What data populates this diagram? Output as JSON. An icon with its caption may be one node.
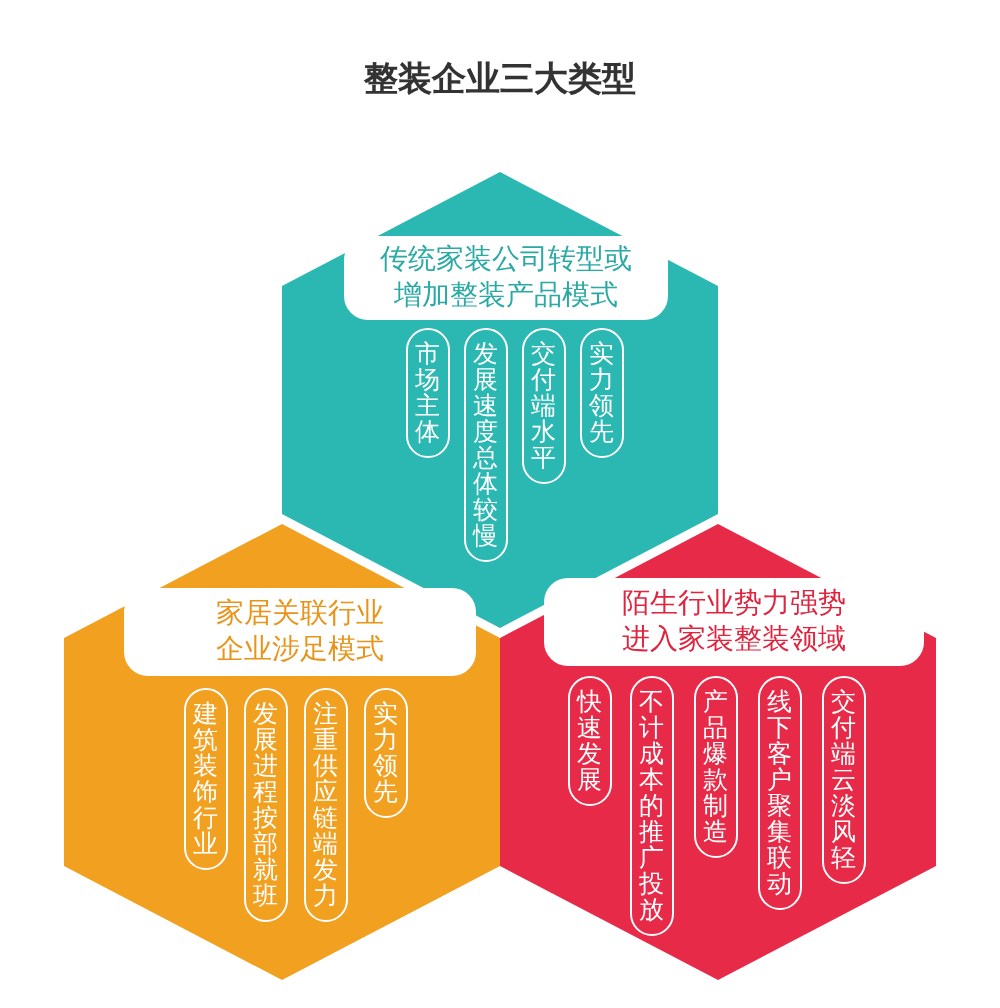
{
  "diagram": {
    "title": "整装企业三大类型",
    "nodes": [
      {
        "text": [],
        "shape": "hexagon"
      },
      {
        "text": [
          "传统家装公司转型或增加整装产品模式"
        ],
        "in": 0
      },
      {
        "text": [
          "市场主体"
        ],
        "in": 0
      },
      {
        "text": [
          "发展速度总体较慢"
        ],
        "in": 0
      },
      {
        "text": [
          "交付端水平"
        ],
        "in": 0
      },
      {
        "text": [
          "实力领先"
        ],
        "in": 0
      },
      {
        "text": [],
        "shape": "hexagon"
      },
      {
        "text": [
          "家居关联行业企业涉足模式"
        ],
        "in": 6
      },
      {
        "text": [
          "建筑装饰行业"
        ],
        "in": 6
      },
      {
        "text": [
          "发展进程按部就班"
        ],
        "in": 6
      },
      {
        "text": [
          "注重供应链端发力"
        ],
        "in": 6
      },
      {
        "text": [
          "实力领先"
        ],
        "in": 6
      },
      {
        "text": [],
        "shape": "hexagon"
      },
      {
        "text": [
          "陌生行业势力强势进入家装整装领域"
        ],
        "in": 12
      },
      {
        "text": [
          "快速发展"
        ],
        "in": 12
      },
      {
        "text": [
          "不计成本的推广投放"
        ],
        "in": 12
      },
      {
        "text": [
          "产品爆款制造"
        ],
        "in": 12
      },
      {
        "text": [
          "线下客户聚集联动"
        ],
        "in": 12
      },
      {
        "text": [
          "交付端云淡风轻"
        ],
        "in": 12
      }
    ]
  }
}
